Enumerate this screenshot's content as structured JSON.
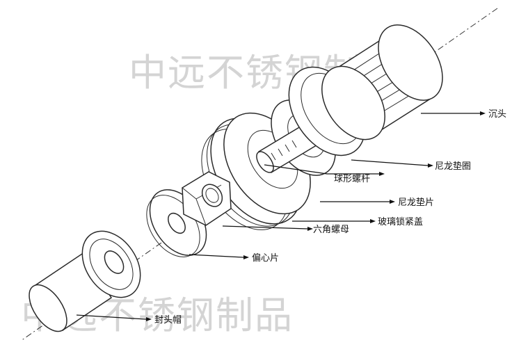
{
  "watermarks": {
    "top": "中远不锈钢制品",
    "bottom": "中远不锈钢制品"
  },
  "labels": {
    "countersunk_head": "沉头",
    "nylon_washer_ring": "尼龙垫圈",
    "ball_screw_rod": "球形螺杆",
    "nylon_washer": "尼龙垫片",
    "glass_lock_cover": "玻璃锁紧盖",
    "hex_nut": "六角螺母",
    "eccentric_plate": "偏心片",
    "end_cap": "封头帽"
  },
  "colors": {
    "line": "#2a2a2a",
    "watermark": "#d4d4d4",
    "background": "#ffffff"
  }
}
